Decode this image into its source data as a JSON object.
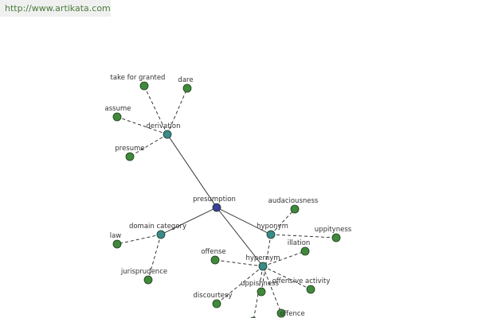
{
  "site_url": "http://www.artikata.com",
  "colors": {
    "root": "#3a3f9c",
    "relation": "#3a8a8a",
    "word": "#3f8a3a",
    "node_stroke": "#1e3a1e",
    "edge": "#222222",
    "label": "#333333"
  },
  "graph": {
    "nodes": [
      {
        "id": "presumption",
        "label": "presumption",
        "kind": "root"
      },
      {
        "id": "derivation",
        "label": "derivation",
        "kind": "relation"
      },
      {
        "id": "domain_category",
        "label": "domain category",
        "kind": "relation"
      },
      {
        "id": "hyponym",
        "label": "hyponym",
        "kind": "relation"
      },
      {
        "id": "hypernym",
        "label": "hypernym",
        "kind": "relation"
      },
      {
        "id": "take_for_granted",
        "label": "take for granted",
        "kind": "word"
      },
      {
        "id": "dare",
        "label": "dare",
        "kind": "word"
      },
      {
        "id": "assume",
        "label": "assume",
        "kind": "word"
      },
      {
        "id": "presume",
        "label": "presume",
        "kind": "word"
      },
      {
        "id": "law",
        "label": "law",
        "kind": "word"
      },
      {
        "id": "jurisprudence",
        "label": "jurisprudence",
        "kind": "word"
      },
      {
        "id": "audaciousness",
        "label": "audaciousness",
        "kind": "word"
      },
      {
        "id": "uppityness",
        "label": "uppityness",
        "kind": "word"
      },
      {
        "id": "illation",
        "label": "illation",
        "kind": "word"
      },
      {
        "id": "offense",
        "label": "offense",
        "kind": "word"
      },
      {
        "id": "uppishness",
        "label": "uppishness",
        "kind": "word"
      },
      {
        "id": "offensive_activity",
        "label": "offensive activity",
        "kind": "word"
      },
      {
        "id": "discourtesy",
        "label": "discourtesy",
        "kind": "word"
      },
      {
        "id": "offence",
        "label": "offence",
        "kind": "word"
      },
      {
        "id": "offset_end",
        "label": "",
        "kind": "word"
      }
    ],
    "edges": [
      {
        "from": "presumption",
        "to": "derivation",
        "style": "solid"
      },
      {
        "from": "presumption",
        "to": "domain_category",
        "style": "solid"
      },
      {
        "from": "presumption",
        "to": "hyponym",
        "style": "solid"
      },
      {
        "from": "presumption",
        "to": "hypernym",
        "style": "solid"
      },
      {
        "from": "derivation",
        "to": "take_for_granted",
        "style": "dashed"
      },
      {
        "from": "derivation",
        "to": "dare",
        "style": "dashed"
      },
      {
        "from": "derivation",
        "to": "assume",
        "style": "dashed"
      },
      {
        "from": "derivation",
        "to": "presume",
        "style": "dashed"
      },
      {
        "from": "domain_category",
        "to": "law",
        "style": "dashed"
      },
      {
        "from": "domain_category",
        "to": "jurisprudence",
        "style": "dashed"
      },
      {
        "from": "hyponym",
        "to": "audaciousness",
        "style": "dashed"
      },
      {
        "from": "hyponym",
        "to": "uppityness",
        "style": "dashed"
      },
      {
        "from": "hyponym",
        "to": "uppishness",
        "style": "dashed"
      },
      {
        "from": "hypernym",
        "to": "illation",
        "style": "dashed"
      },
      {
        "from": "hypernym",
        "to": "offense",
        "style": "dashed"
      },
      {
        "from": "hypernym",
        "to": "offensive_activity",
        "style": "dashed"
      },
      {
        "from": "hypernym",
        "to": "discourtesy",
        "style": "dashed"
      },
      {
        "from": "hypernym",
        "to": "offence",
        "style": "dashed"
      },
      {
        "from": "hypernym",
        "to": "offset_end",
        "style": "dashed"
      }
    ]
  }
}
